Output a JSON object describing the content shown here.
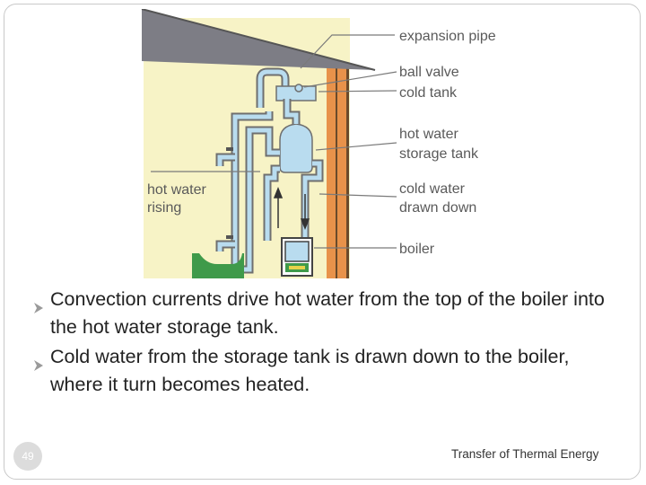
{
  "diagram": {
    "labels": {
      "expansion_pipe": "expansion pipe",
      "ball_valve": "ball valve",
      "cold_tank": "cold tank",
      "hot_water_storage_tank_1": "hot water",
      "hot_water_storage_tank_2": "storage tank",
      "cold_water_drawn_down_1": "cold water",
      "cold_water_drawn_down_2": "drawn down",
      "boiler": "boiler",
      "hot_water_rising_1": "hot water",
      "hot_water_rising_2": "rising"
    },
    "colors": {
      "roof": "#7d7d85",
      "wall": "#f7f3c6",
      "pipe": "#b9dcef",
      "pipe_outline": "#6f6f6f",
      "wall_stripe_orange": "#e8924a",
      "boiler_green": "#3f9a4a",
      "sink_green": "#3f9a4a"
    }
  },
  "bullets": [
    "Convection currents drive hot water from the top of the boiler into the hot water storage tank.",
    "Cold water from the storage tank is drawn down to the boiler, where it turn becomes heated."
  ],
  "footer": {
    "title": "Transfer of Thermal Energy",
    "page_number": "49"
  }
}
